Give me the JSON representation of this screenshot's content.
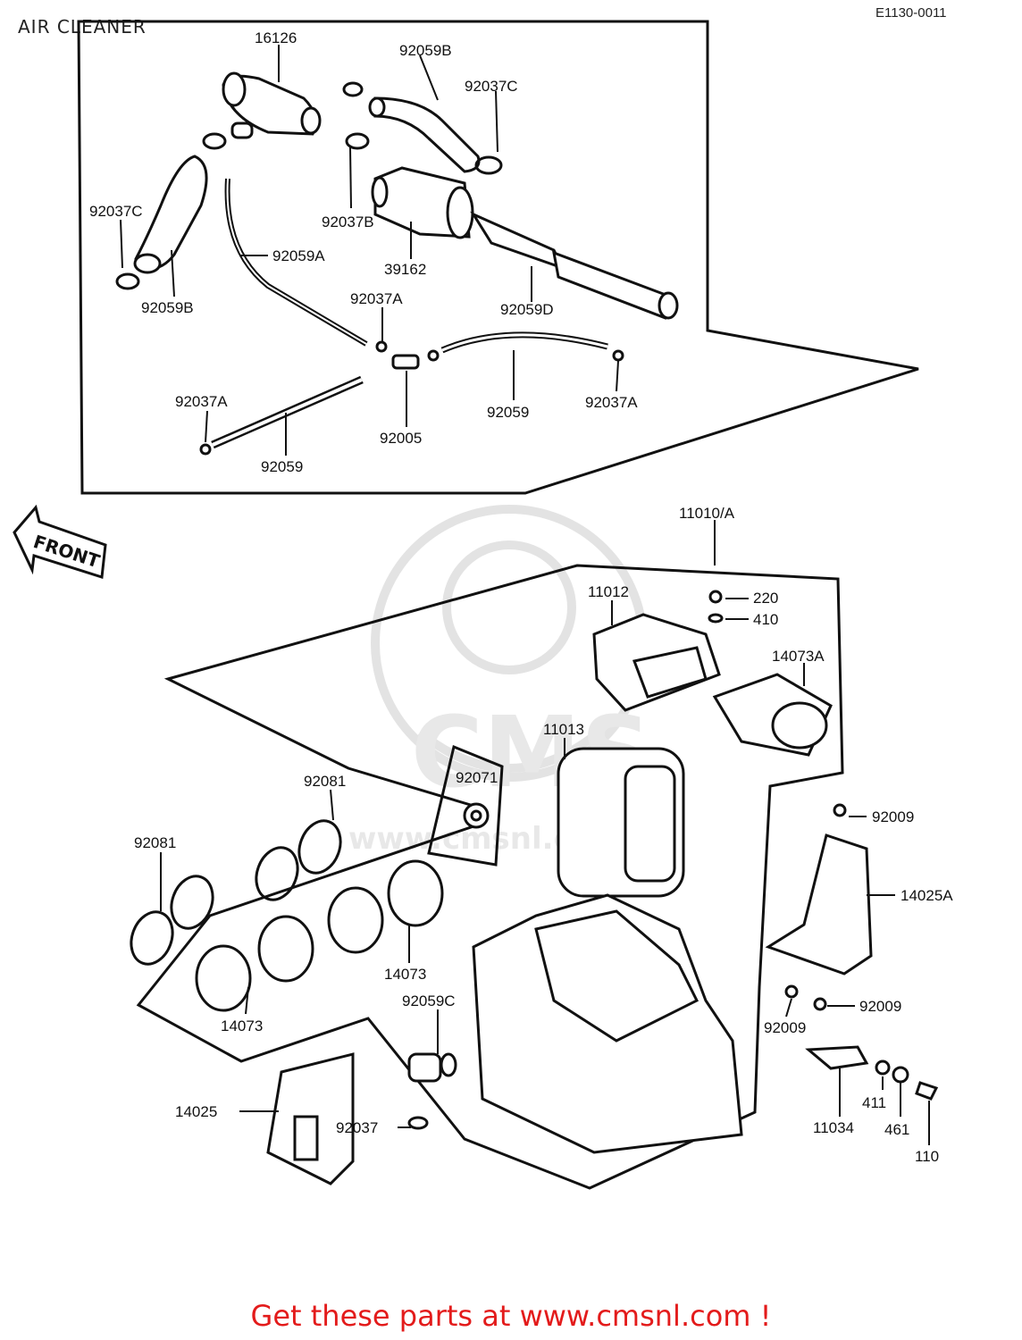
{
  "header": {
    "title": "AIR CLEANER",
    "drawing_code": "E1130-0011"
  },
  "front_arrow": {
    "label": "FRONT"
  },
  "watermark": {
    "text": "CMS",
    "url": "www.cmsnl.com"
  },
  "parts": {
    "p16126": "16126",
    "p92059B_top": "92059B",
    "p92037C_top": "92037C",
    "p92037C_left": "92037C",
    "p92037B": "92037B",
    "p92059A": "92059A",
    "p39162": "39162",
    "p92059B_left": "92059B",
    "p92037A_mid": "92037A",
    "p92059D": "92059D",
    "p92037A_left": "92037A",
    "p92059_right": "92059",
    "p92037A_right": "92037A",
    "p92005": "92005",
    "p92059_left": "92059",
    "p11010A": "11010/A",
    "p11012": "11012",
    "p220": "220",
    "p410": "410",
    "p14073A": "14073A",
    "p11013": "11013",
    "p92071": "92071",
    "p92081_a": "92081",
    "p92081_b": "92081",
    "p92009_top": "92009",
    "p14025A": "14025A",
    "p14073_right": "14073",
    "p92059C": "92059C",
    "p14073_left": "14073",
    "p92009_mid": "92009",
    "p92009_low": "92009",
    "p14025": "14025",
    "p92037": "92037",
    "p11034": "11034",
    "p411": "411",
    "p461": "461",
    "p110": "110"
  },
  "footer": {
    "text": "Get these parts at www.cmsnl.com !"
  }
}
